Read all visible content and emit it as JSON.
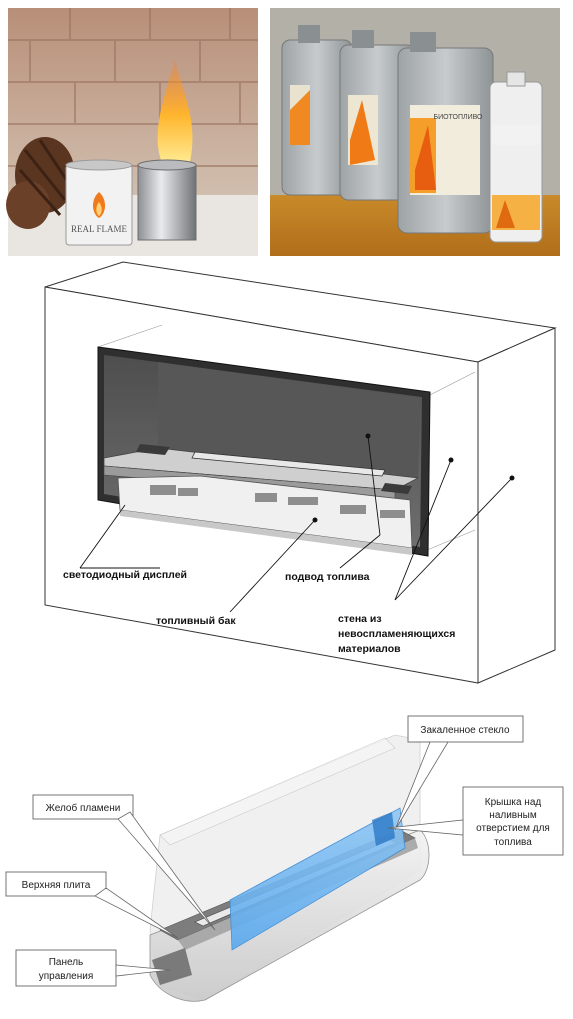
{
  "photos": {
    "left_can_brand": "REAL FLAME",
    "right_bottle_label": "БИОТОПЛИВО"
  },
  "fireplace_diagram": {
    "labels": {
      "led_display": "светодиодный дисплей",
      "fuel_supply": "подвод топлива",
      "fuel_tank": "топливный бак",
      "wall_line1": "стена из",
      "wall_line2": "невоспламеняющихся",
      "wall_line3": "материалов"
    }
  },
  "burner_diagram": {
    "labels": {
      "tempered_glass": "Закаленное стекло",
      "flame_trough": "Желоб пламени",
      "cap_line1": "Крышка над",
      "cap_line2": "наливным",
      "cap_line3": "отверстием для",
      "cap_line4": "топлива",
      "top_plate": "Верхняя плита",
      "panel_line1": "Панель",
      "panel_line2": "управления"
    }
  }
}
